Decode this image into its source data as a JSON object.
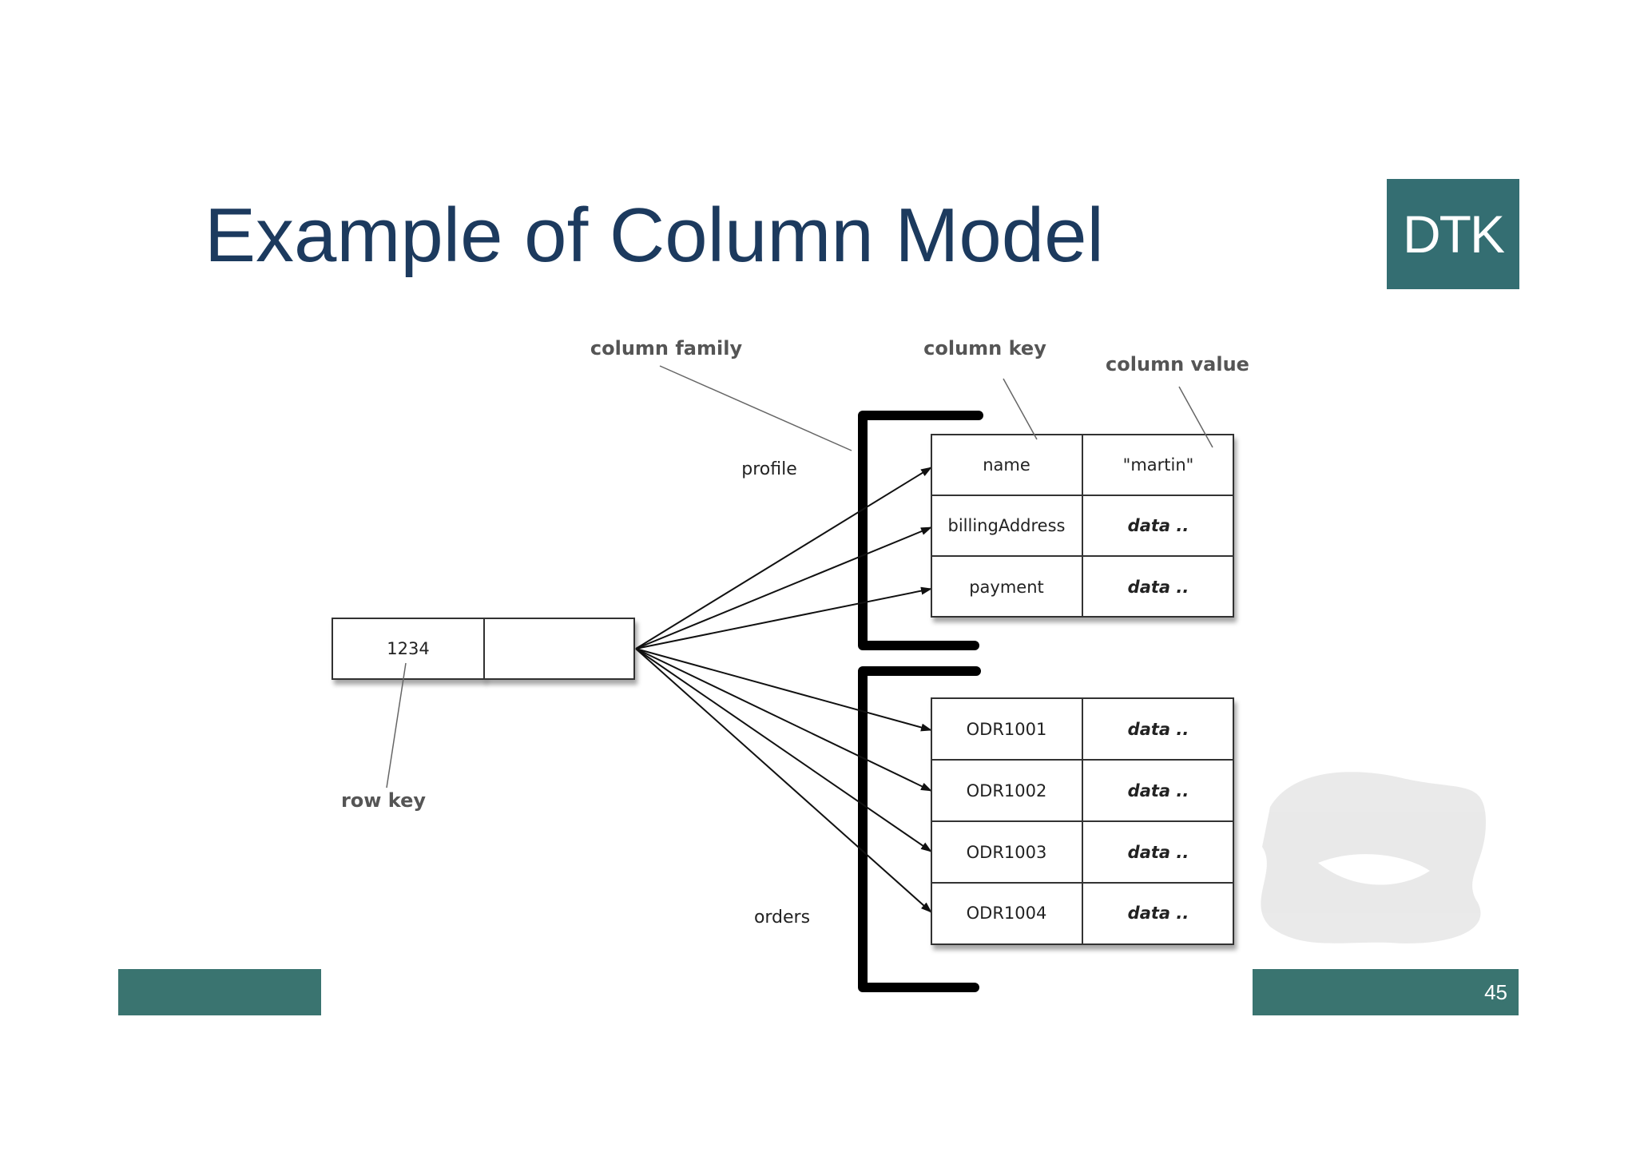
{
  "slide": {
    "title": "Example of Column Model",
    "logo": "DTK",
    "page_number": "45"
  },
  "diagram": {
    "annotations": {
      "column_family": "column family",
      "column_key": "column key",
      "column_value": "column value",
      "row_key": "row key"
    },
    "row": {
      "key": "1234"
    },
    "families": [
      {
        "name": "profile",
        "columns": [
          {
            "key": "name",
            "value": "\"martin\""
          },
          {
            "key": "billingAddress",
            "value": "data .."
          },
          {
            "key": "payment",
            "value": "data .."
          }
        ]
      },
      {
        "name": "orders",
        "columns": [
          {
            "key": "ODR1001",
            "value": "data .."
          },
          {
            "key": "ODR1002",
            "value": "data .."
          },
          {
            "key": "ODR1003",
            "value": "data .."
          },
          {
            "key": "ODR1004",
            "value": "data .."
          }
        ]
      }
    ]
  },
  "colors": {
    "title": "#1c3a5e",
    "accent": "#3a7470"
  }
}
